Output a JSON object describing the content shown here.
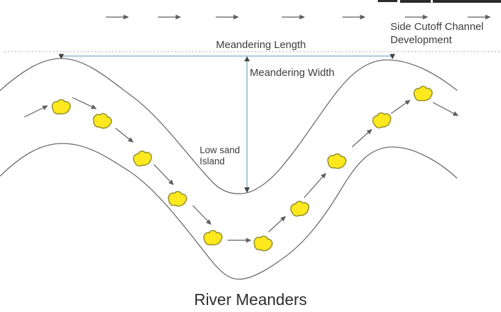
{
  "diagram": {
    "title": "River Meanders",
    "annotations": {
      "meandering_length": "Meandering Length",
      "meandering_width": "Meandering Width",
      "low_sand_island_line1": "Low sand",
      "low_sand_island_line2": "Island",
      "side_cutoff_line1": "Side Cutoff Channel",
      "side_cutoff_line2": "Development"
    },
    "sand_islands_count": 10,
    "top_flow_arrows_count": 7,
    "colors": {
      "sand_island_fill": "#ffe81e",
      "sand_island_stroke": "#8f8f2a",
      "bank_line": "#6b6b6b",
      "arrow": "#5f5f5f",
      "measure_line_horizontal": "#b5d3df",
      "measure_line_vertical": "#8cbccc",
      "measure_tick": "#444444",
      "dotted_guide": "#c6c6c6",
      "remnant_bar": "#2b2b2b",
      "text": "#3c3c3c"
    }
  }
}
